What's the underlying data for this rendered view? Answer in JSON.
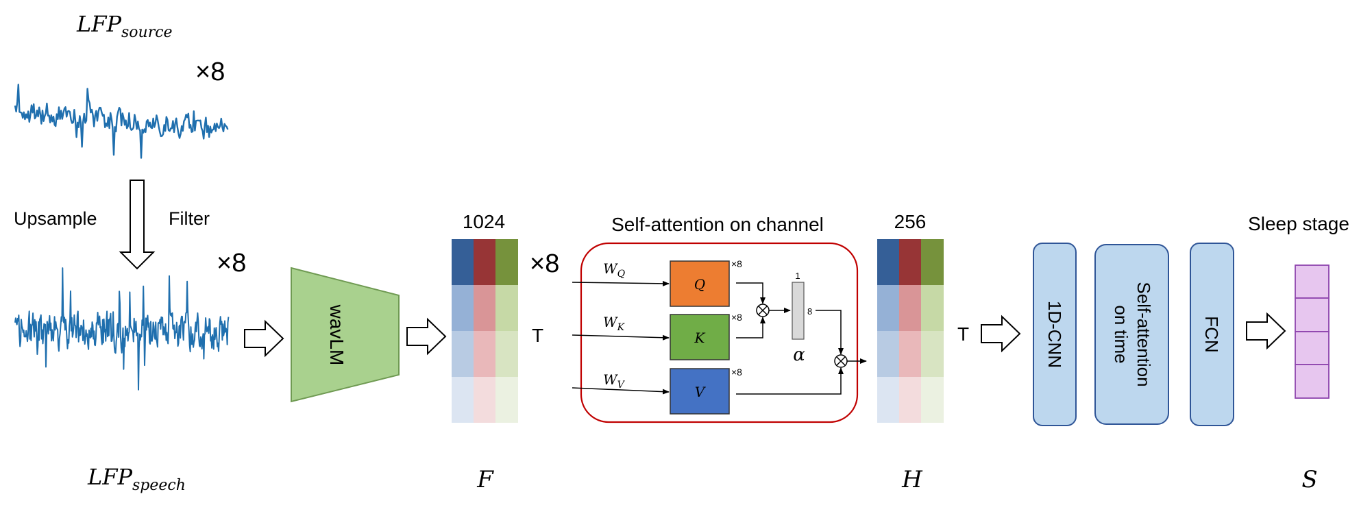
{
  "labels": {
    "lfp_source_main": "LFP",
    "lfp_source_sub": "source",
    "lfp_speech_main": "LFP",
    "lfp_speech_sub": "speech",
    "times8_source": "×8",
    "times8_speech": "×8",
    "upsample": "Upsample",
    "filter": "Filter",
    "wavlm": "wavLM",
    "dim_1024": "1024",
    "times8_features": "×8",
    "T_features": "T",
    "self_attention_channel_title": "Self-attention on channel",
    "wq_main": "W",
    "wq_sub": "Q",
    "wk_main": "W",
    "wk_sub": "K",
    "wv_main": "W",
    "wv_sub": "V",
    "q": "Q",
    "k": "K",
    "v": "V",
    "q_times8": "×8",
    "k_times8": "×8",
    "v_times8": "×8",
    "alpha": "α",
    "alpha_dim1": "1",
    "alpha_dim8": "8",
    "dim_256": "256",
    "T_hidden": "T",
    "cnn_1d": "1D-CNN",
    "self_attention_time_line1": "Self-attention",
    "self_attention_time_line2": "on time",
    "fcn": "FCN",
    "sleep_stage": "Sleep stage",
    "F": "F",
    "H": "H",
    "S": "S"
  },
  "colors": {
    "signal": "#1f6fae",
    "wavlm_fill": "#a9d18e",
    "wavlm_stroke": "#6f9a52",
    "q_fill": "#ed7d31",
    "k_fill": "#70ad47",
    "v_fill": "#4472c4",
    "attention_frame": "#c00000",
    "block_fill": "#bdd7ee",
    "block_stroke": "#2f5597",
    "output_fill": "#e7c6ef",
    "output_stroke": "#8e44ad",
    "matrix_blue": "#355f97",
    "matrix_red": "#973536",
    "matrix_green": "#76923c"
  }
}
